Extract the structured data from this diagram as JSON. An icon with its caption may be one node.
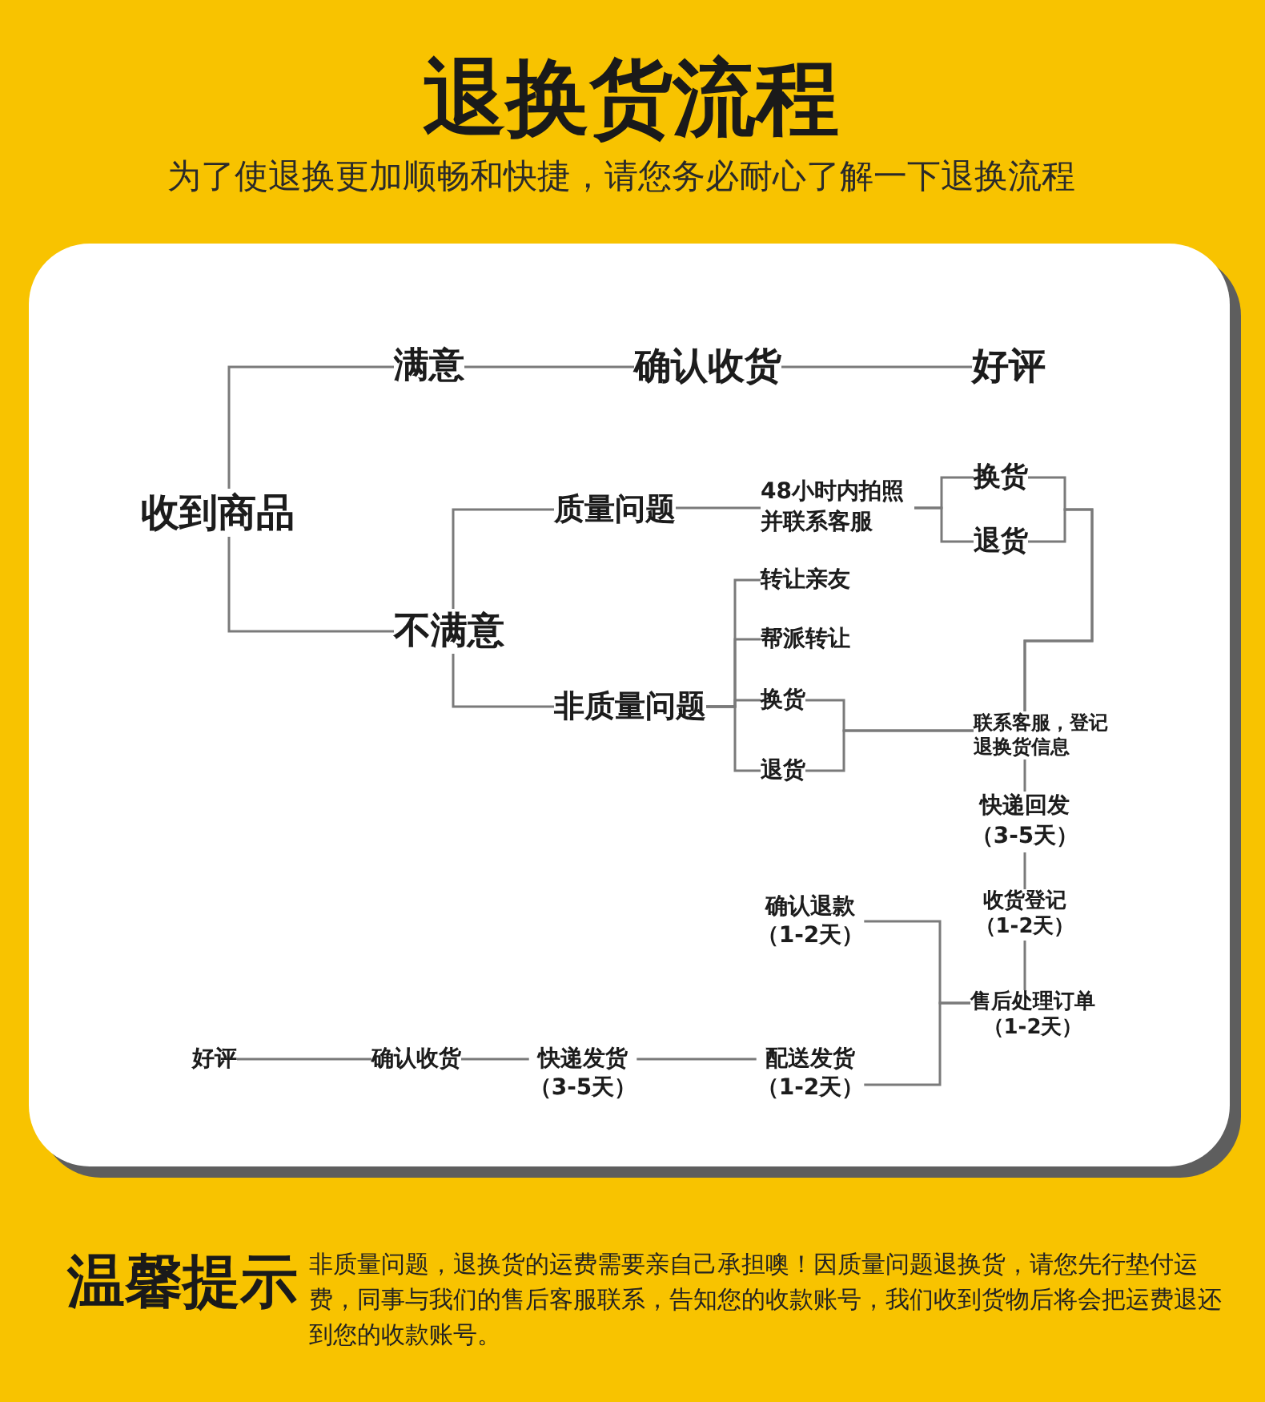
{
  "diagram": {
    "title": "退换货流程",
    "nodes": [
      {
        "text": [
          "收到商品"
        ]
      },
      {
        "text": [
          "满意"
        ]
      },
      {
        "text": [
          "确认收货"
        ]
      },
      {
        "text": [
          "好评"
        ]
      },
      {
        "text": [
          "不满意"
        ]
      },
      {
        "text": [
          "质量问题"
        ]
      },
      {
        "text": [
          "48小时内拍照并联系客服"
        ]
      },
      {
        "text": [
          "换货"
        ]
      },
      {
        "text": [
          "退货"
        ]
      },
      {
        "text": [
          "非质量问题"
        ]
      },
      {
        "text": [
          "转让亲友"
        ]
      },
      {
        "text": [
          "帮派转让"
        ]
      },
      {
        "text": [
          "换货"
        ]
      },
      {
        "text": [
          "退货"
        ]
      },
      {
        "text": [
          "联系客服，登记退换货信息"
        ]
      },
      {
        "text": [
          "快递回发",
          "（3-5天）"
        ]
      },
      {
        "text": [
          "收货登记",
          "（1-2天）"
        ]
      },
      {
        "text": [
          "售后处理订单",
          "（1-2天）"
        ]
      },
      {
        "text": [
          "确认退款",
          "（1-2天）"
        ]
      },
      {
        "text": [
          "配送发货",
          "（1-2天）"
        ]
      },
      {
        "text": [
          "快递发货",
          "（3-5天）"
        ]
      },
      {
        "text": [
          "确认收货"
        ]
      },
      {
        "text": [
          "好评"
        ]
      }
    ],
    "edges": [
      {
        "from": 0,
        "to": 1,
        "arrow": "none"
      },
      {
        "from": 0,
        "to": 4,
        "arrow": "none"
      },
      {
        "from": 1,
        "to": 2,
        "arrow": "none"
      },
      {
        "from": 2,
        "to": 3,
        "arrow": "none"
      },
      {
        "from": 4,
        "to": 5,
        "arrow": "none"
      },
      {
        "from": 4,
        "to": 9,
        "arrow": "none"
      },
      {
        "from": 5,
        "to": 6,
        "arrow": "none"
      },
      {
        "from": 6,
        "to": 7,
        "arrow": "none"
      },
      {
        "from": 6,
        "to": 8,
        "arrow": "none"
      },
      {
        "from": 7,
        "to": 14,
        "arrow": "none"
      },
      {
        "from": 8,
        "to": 14,
        "arrow": "none"
      },
      {
        "from": 9,
        "to": 10,
        "arrow": "none"
      },
      {
        "from": 9,
        "to": 11,
        "arrow": "none"
      },
      {
        "from": 9,
        "to": 12,
        "arrow": "none"
      },
      {
        "from": 9,
        "to": 13,
        "arrow": "none"
      },
      {
        "from": 12,
        "to": 14,
        "arrow": "none"
      },
      {
        "from": 13,
        "to": 14,
        "arrow": "none"
      },
      {
        "from": 14,
        "to": 15,
        "arrow": "none"
      },
      {
        "from": 15,
        "to": 16,
        "arrow": "none"
      },
      {
        "from": 16,
        "to": 17,
        "arrow": "none"
      },
      {
        "from": 17,
        "to": 18,
        "arrow": "none"
      },
      {
        "from": 17,
        "to": 19,
        "arrow": "none"
      },
      {
        "from": 19,
        "to": 20,
        "arrow": "none"
      },
      {
        "from": 20,
        "to": 21,
        "arrow": "none"
      },
      {
        "from": 21,
        "to": 22,
        "arrow": "none"
      }
    ],
    "labels": [
      "为了使退换更加顺畅和快捷，请您务必耐心了解一下退换流程",
      "温馨提示",
      "非质量问题，退换货的运费需要亲自己承担噢！因质量问题退换货，请您先行垫付运费，同事与我们的售后客服联系，告知您的收款账号，我们收到货物后将会把运费退还到您的收款账号。"
    ]
  }
}
